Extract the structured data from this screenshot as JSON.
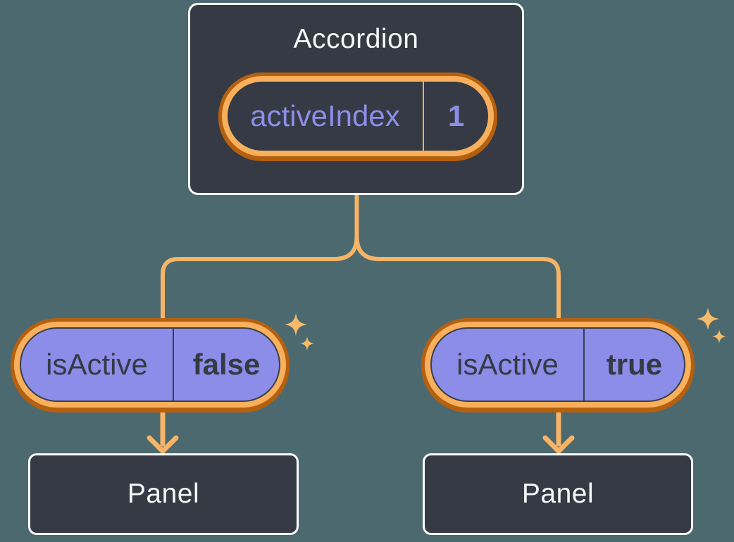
{
  "colors": {
    "background": "#4C6970",
    "box-fill": "#353A44",
    "box-border": "#FFFFFF",
    "ring-dark": "#B5600F",
    "ring-light": "#F8B05C",
    "connector": "#F5B466",
    "sparkle": "#F6BB69",
    "prop-fill": "#8B8DE9",
    "prop-outline": "#3A3F4A",
    "purple-text": "#8C8EE9",
    "dark-text": "#353A44",
    "light-text": "#F6F7F9"
  },
  "icons": {
    "sparkle": "four-point star ✦"
  },
  "diagram": {
    "parent": {
      "title": "Accordion",
      "state": {
        "name": "activeIndex",
        "value": "1"
      }
    },
    "children": [
      {
        "prop": {
          "name": "isActive",
          "value": "false"
        },
        "panel": {
          "label": "Panel"
        }
      },
      {
        "prop": {
          "name": "isActive",
          "value": "true"
        },
        "panel": {
          "label": "Panel"
        }
      }
    ]
  }
}
